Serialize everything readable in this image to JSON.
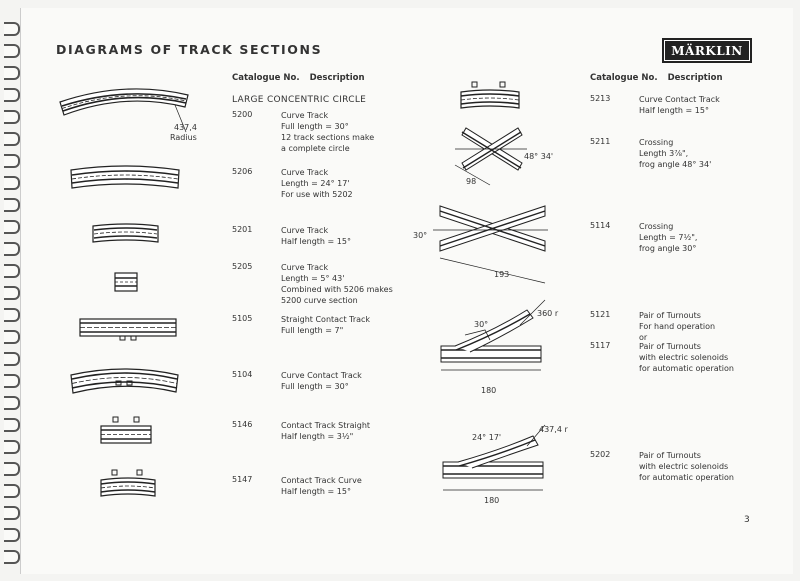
{
  "page": {
    "title": "DIAGRAMS OF TRACK SECTIONS",
    "logo": "MÄRKLIN",
    "page_number": "3"
  },
  "headers": {
    "left": {
      "catalogue": "Catalogue No.",
      "description": "Description"
    },
    "right": {
      "catalogue": "Catalogue No.",
      "description": "Description"
    }
  },
  "section_heading": "LARGE CONCENTRIC CIRCLE",
  "dimensions": {
    "radius_large": "437,4",
    "radius_label": "Radius",
    "crossing_angle": "48° 34'",
    "crossing_length": "98",
    "crossing_30_angle": "30°",
    "crossing_30_length": "193",
    "turnout_angle": "30°",
    "turnout_radius": "360 r",
    "turnout_length": "180",
    "turnout2_angle": "24° 17'",
    "turnout2_radius": "437,4 r",
    "turnout2_length": "180"
  },
  "left_items": [
    {
      "no": "5200",
      "lines": [
        "Curve Track",
        "Full length = 30°",
        "12 track sections make",
        "a complete circle"
      ]
    },
    {
      "no": "5206",
      "lines": [
        "Curve Track",
        "Length = 24° 17'",
        "For use with 5202"
      ]
    },
    {
      "no": "5201",
      "lines": [
        "Curve Track",
        "Half length = 15°"
      ]
    },
    {
      "no": "5205",
      "lines": [
        "Curve Track",
        "Length = 5° 43'",
        "Combined with 5206 makes",
        "5200 curve section"
      ]
    },
    {
      "no": "5105",
      "lines": [
        "Straight Contact Track",
        "Full length = 7\""
      ]
    },
    {
      "no": "5104",
      "lines": [
        "Curve Contact Track",
        "Full length = 30°"
      ]
    },
    {
      "no": "5146",
      "lines": [
        "Contact Track Straight",
        "Half length = 3½\""
      ]
    },
    {
      "no": "5147",
      "lines": [
        "Contact Track Curve",
        "Half length = 15°"
      ]
    }
  ],
  "right_items": [
    {
      "no": "5213",
      "lines": [
        "Curve Contact Track",
        "Half length = 15°"
      ]
    },
    {
      "no": "5211",
      "lines": [
        "Crossing",
        "Length 3⅞\",",
        "frog angle 48° 34'"
      ]
    },
    {
      "no": "5114",
      "lines": [
        "Crossing",
        "Length = 7½\",",
        "frog angle 30°"
      ]
    },
    {
      "no": "5121",
      "lines": [
        "Pair of Turnouts",
        "For hand operation",
        "or"
      ]
    },
    {
      "no": "5117",
      "lines": [
        "Pair of Turnouts",
        "with electric solenoids",
        "for automatic operation"
      ]
    },
    {
      "no": "5202",
      "lines": [
        "Pair of Turnouts",
        "with electric solenoids",
        "for automatic operation"
      ]
    }
  ]
}
